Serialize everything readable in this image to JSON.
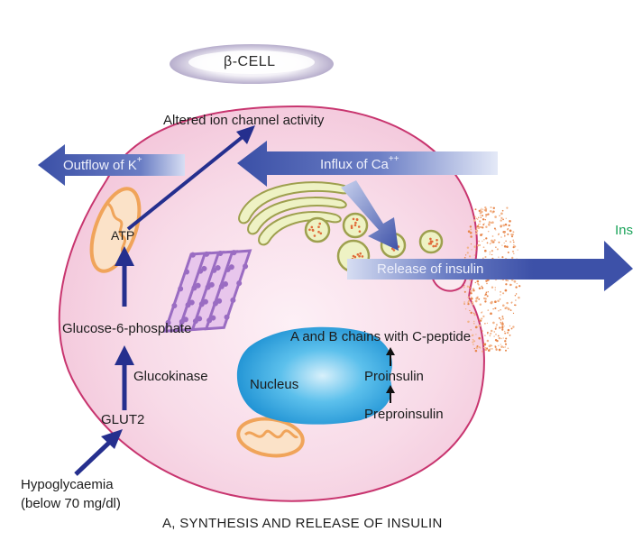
{
  "title": "β-CELL",
  "caption": "A, SYNTHESIS AND RELEASE OF INSULIN",
  "labels": {
    "altered_ion": "Altered ion channel activity",
    "outflow_k": "Outflow of K",
    "outflow_k_sup": "+",
    "influx_ca": "Influx of Ca",
    "influx_ca_sup": "++",
    "release_insulin": "Release of insulin",
    "insulin_partial": "Ins",
    "atp": "ATP",
    "g6p": "Glucose-6-phosphate",
    "glucokinase": "Glucokinase",
    "glut2": "GLUT2",
    "hypo_line1": "Hypoglycaemia",
    "hypo_line2": "(below 70 mg/dl)",
    "nucleus": "Nucleus",
    "ab_chains": "A and B chains with C-peptide",
    "proinsulin": "Proinsulin",
    "preproinsulin": "Preproinsulin"
  },
  "colors": {
    "cell_fill": "#f7d6e6",
    "cell_border": "#c8356f",
    "arrow_blue": "#3d51a8",
    "dark_arrow": "#252f8e",
    "nucleus": "#2aa0dc",
    "mito": "#f0a45a",
    "golgi": "#eef2c4",
    "er": "#9a6cc2",
    "insulin_green": "#1aa35a",
    "granule": "#e7864a"
  }
}
